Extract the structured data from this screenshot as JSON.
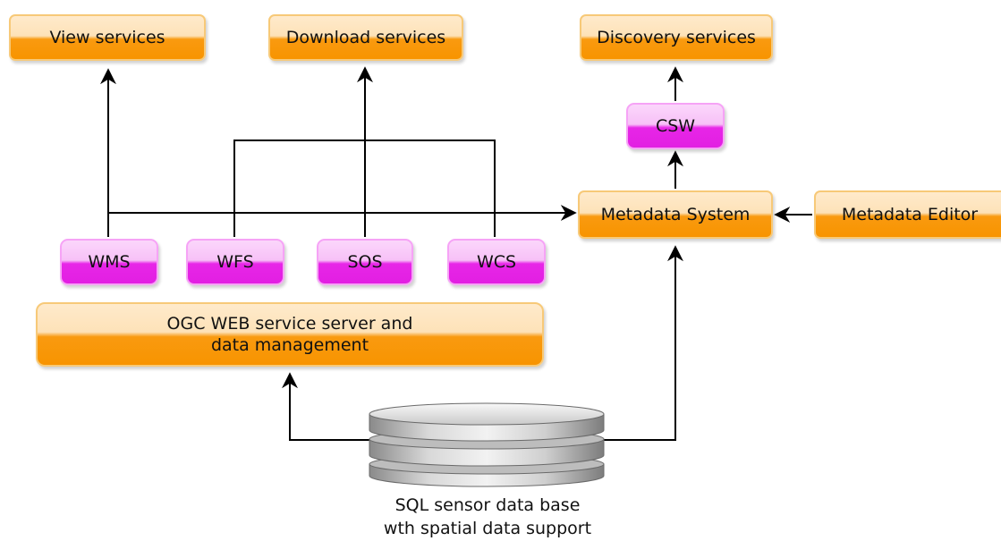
{
  "nodes": {
    "view_services": "View services",
    "download_services": "Download services",
    "discovery_services": "Discovery services",
    "csw": "CSW",
    "metadata_system": "Metadata System",
    "metadata_editor": "Metadata Editor",
    "wms": "WMS",
    "wfs": "WFS",
    "sos": "SOS",
    "wcs": "WCS",
    "ogc_server_line1": "OGC WEB service server and",
    "ogc_server_line2": "data management",
    "database_line1": "SQL sensor data base",
    "database_line2": "wth spatial data support"
  },
  "colors": {
    "orange": "#f89400",
    "magenta": "#e21fe2",
    "line": "#000000"
  }
}
